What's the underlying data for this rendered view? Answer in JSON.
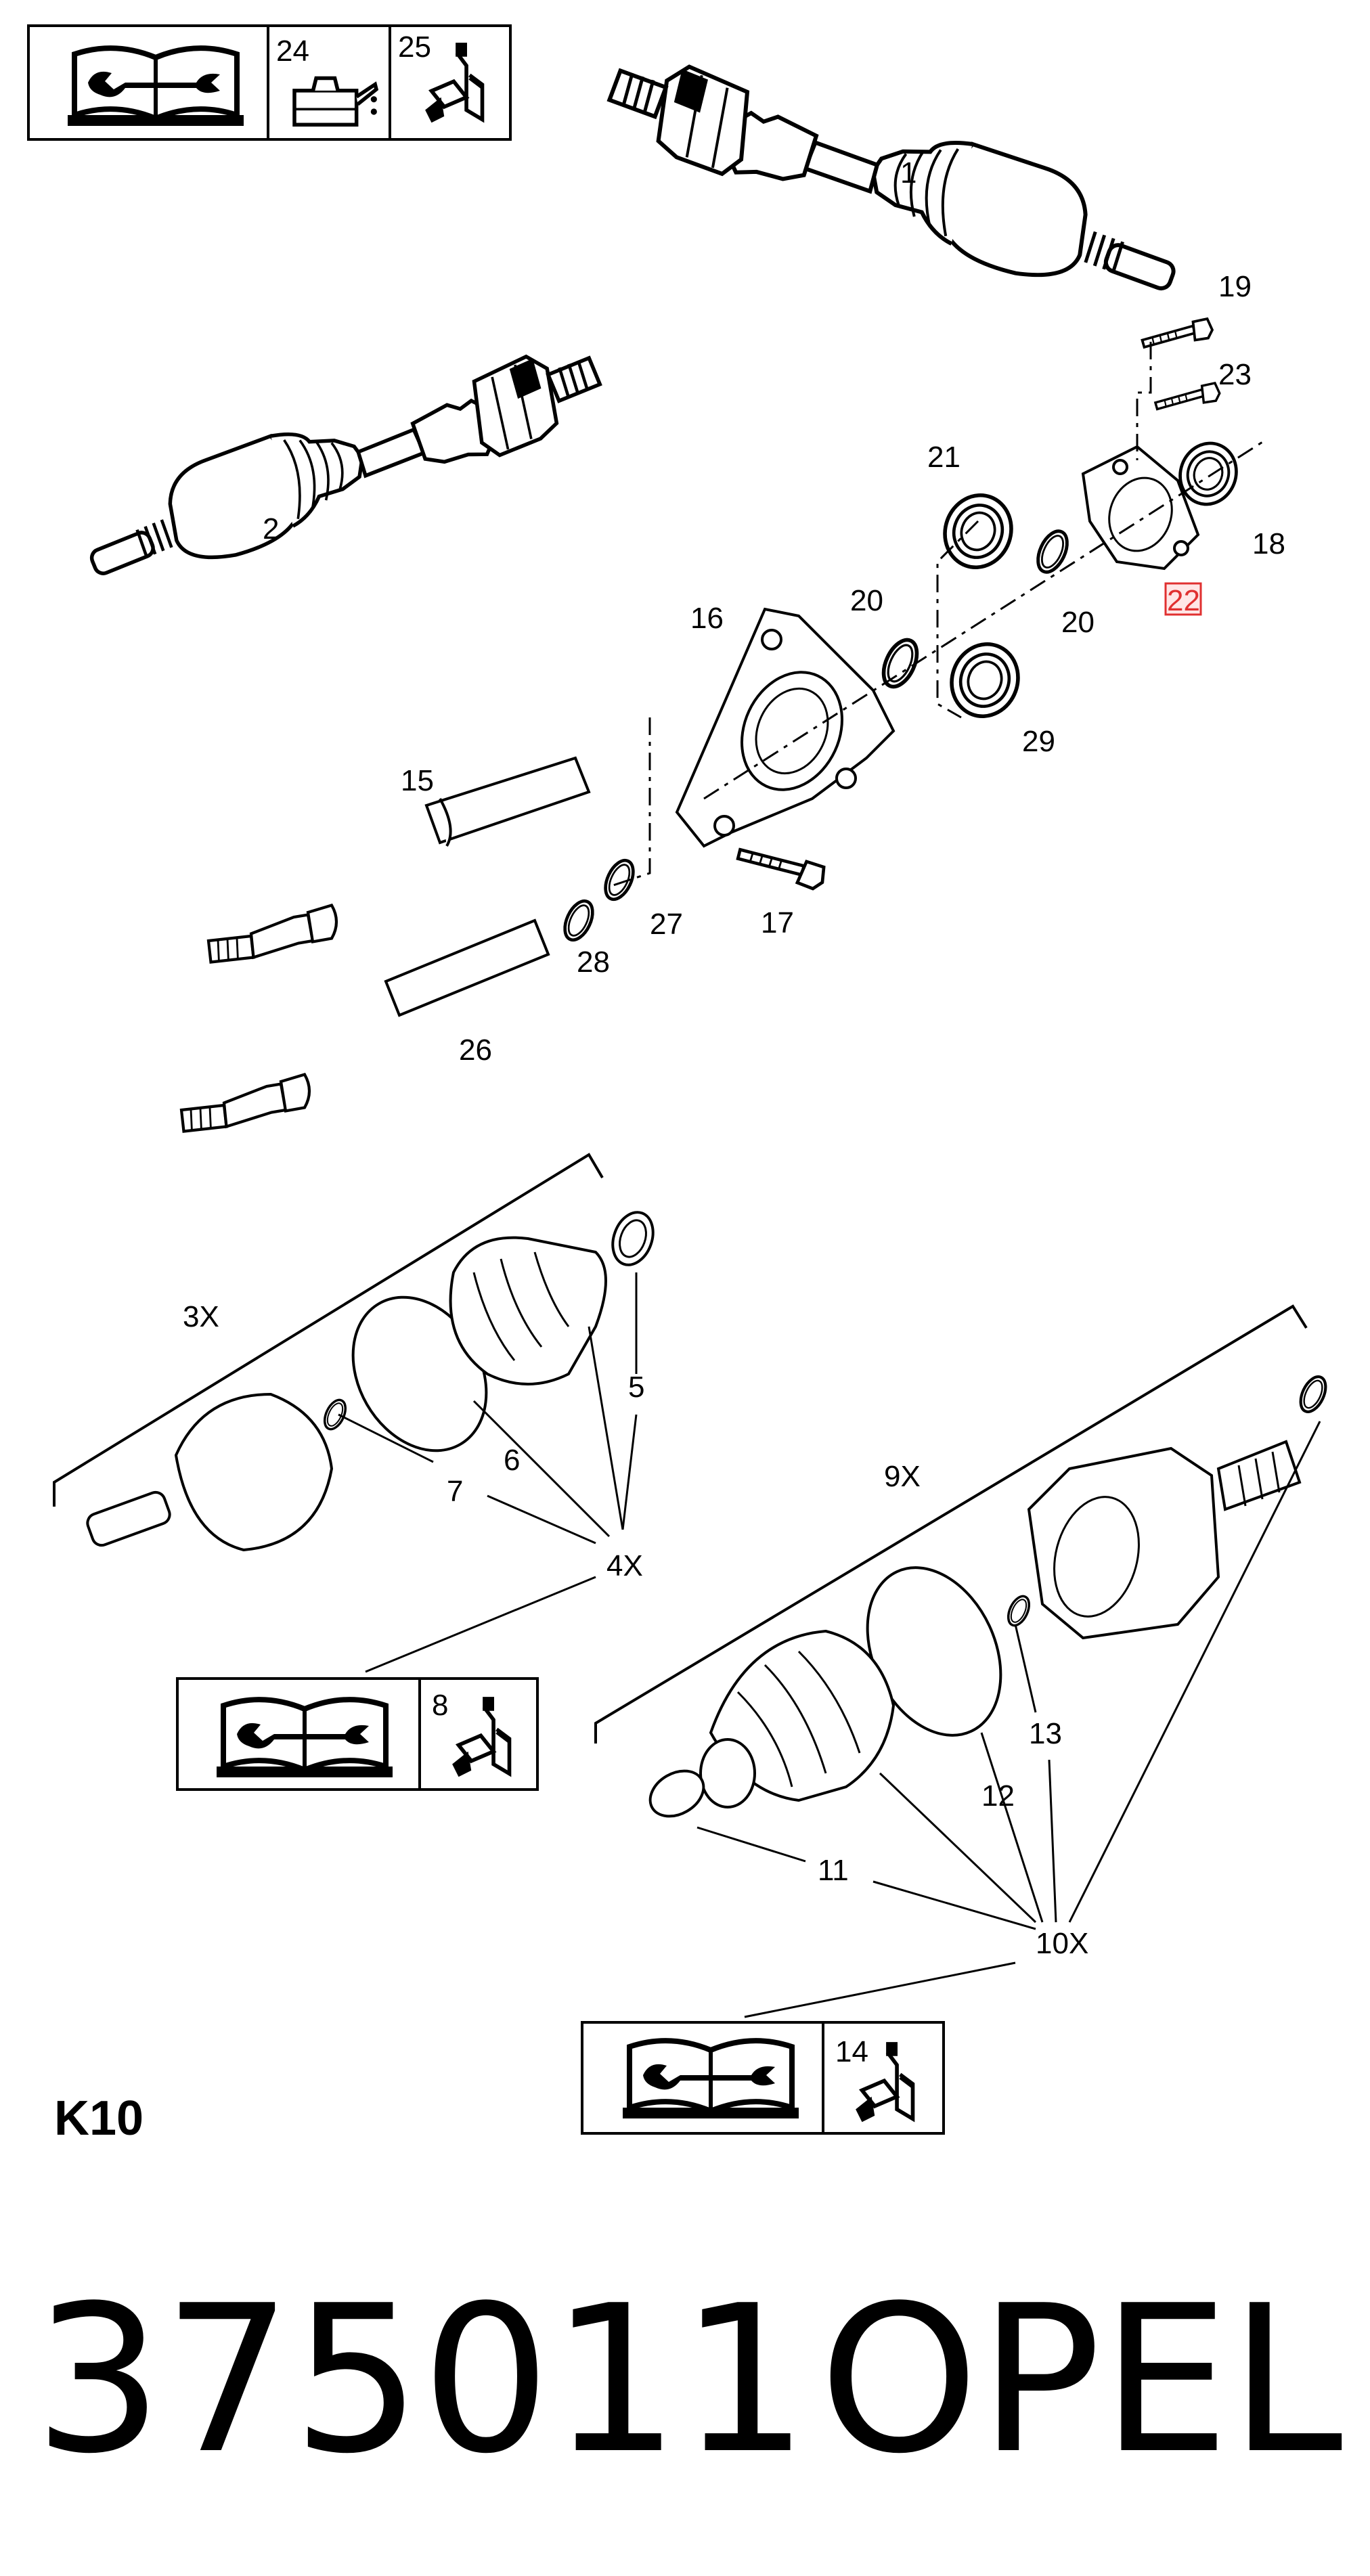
{
  "figure": {
    "code": "K10",
    "part_number": "375011",
    "brand": "OPEL"
  },
  "colors": {
    "line": "#000000",
    "background": "#ffffff",
    "highlight": "#e03030"
  },
  "callouts": {
    "c1": "1",
    "c2": "2",
    "c3x": "3X",
    "c4x": "4X",
    "c5": "5",
    "c6": "6",
    "c7": "7",
    "c8": "8",
    "c9x": "9X",
    "c10x": "10X",
    "c11": "11",
    "c12": "12",
    "c13": "13",
    "c14": "14",
    "c15": "15",
    "c16": "16",
    "c17": "17",
    "c18": "18",
    "c19": "19",
    "c20a": "20",
    "c20b": "20",
    "c21": "21",
    "c22": "22",
    "c23": "23",
    "c24": "24",
    "c25": "25",
    "c26": "26",
    "c27": "27",
    "c28": "28",
    "c29": "29"
  },
  "highlighted_callout": "22",
  "icons": [
    "repair-manual-icon",
    "oil-can-icon",
    "grease-tube-icon"
  ]
}
